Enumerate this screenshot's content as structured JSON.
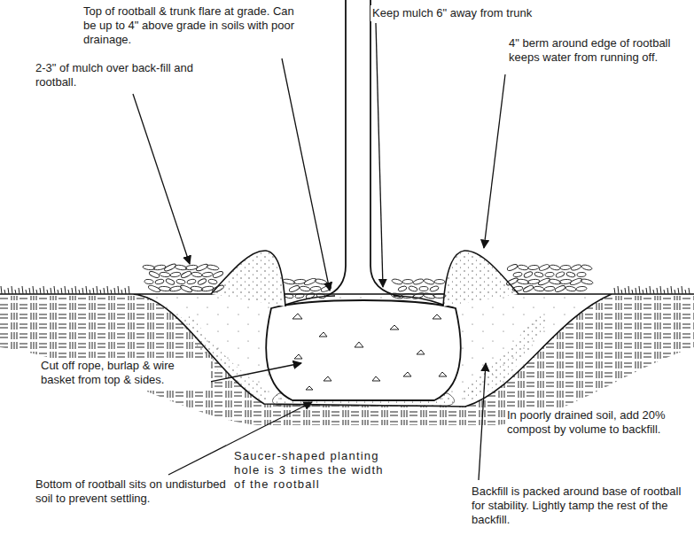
{
  "diagram": {
    "labels": [
      "Top of rootball & trunk flare at grade. Can be up to 4\" above grade in soils with poor drainage.",
      "Keep mulch 6\" away from trunk",
      "2-3\" of mulch over back-fill and rootball.",
      "4\" berm around edge of rootball keeps water from running off.",
      "Cut off rope, burlap & wire basket from top & sides.",
      "In poorly drained soil, add 20% compost by volume to backfill.",
      "Bottom of rootball sits on undisturbed soil to prevent settling.",
      "Saucer-shaped planting hole is 3 times the width of the rootball",
      "Backfill is packed around base of rootball for stability. Lightly tamp the rest of the backfill."
    ]
  }
}
